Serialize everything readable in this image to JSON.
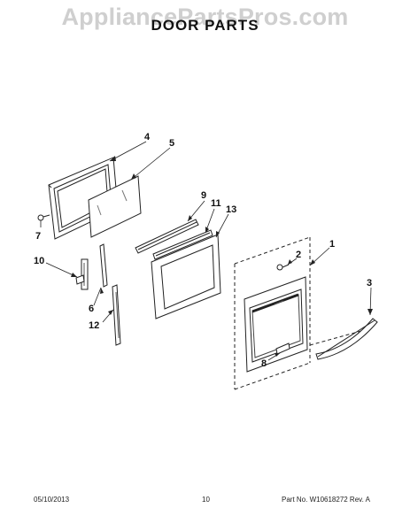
{
  "watermark": "AppliancePartsPros.com",
  "title": "DOOR PARTS",
  "callouts": [
    "1",
    "2",
    "3",
    "4",
    "5",
    "6",
    "7",
    "8",
    "9",
    "10",
    "11",
    "12",
    "13"
  ],
  "footer": {
    "date": "05/10/2013",
    "page": "10",
    "part_number": "Part No. W10618272  Rev. A"
  }
}
